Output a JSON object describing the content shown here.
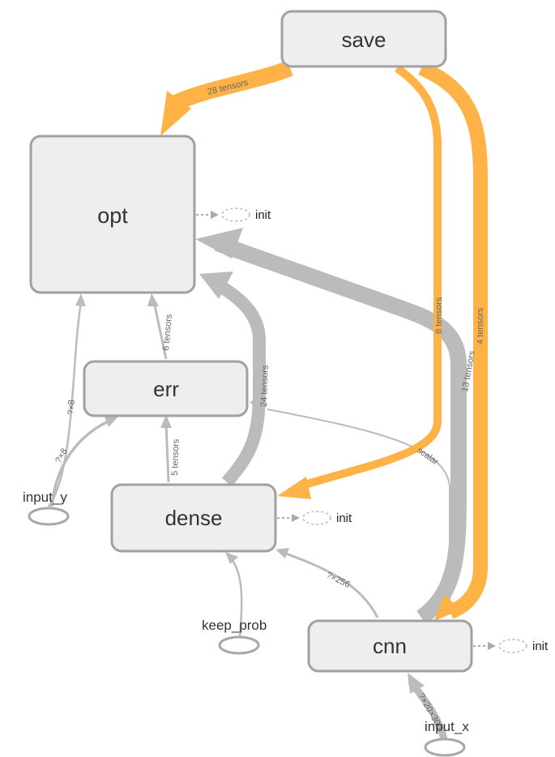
{
  "nodes": {
    "save": "save",
    "opt": "opt",
    "err": "err",
    "dense": "dense",
    "cnn": "cnn",
    "input_y": "input_y",
    "keep_prob": "keep_prob",
    "input_x": "input_x"
  },
  "init_label": "init",
  "edges": {
    "save_opt": "28 tensors",
    "save_dense": "8 tensors",
    "save_cnn": "4 tensors",
    "cnn_opt": "13 tensors",
    "err_opt": "6 tensors",
    "dense_opt": "24 tensors",
    "dense_err": "5 tensors",
    "input_y_opt": "?×8",
    "input_y_err": "?×8",
    "err_cnn": "scalar",
    "cnn_dense": "?×256",
    "input_x_cnn": "?×20×300"
  },
  "colors": {
    "reference_edge": "#ffb347",
    "data_edge": "#bbbbbb",
    "node_fill": "#eeeeee",
    "node_stroke": "#a0a0a0"
  }
}
